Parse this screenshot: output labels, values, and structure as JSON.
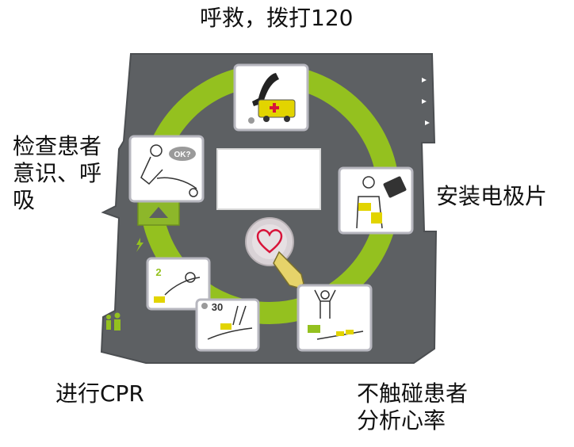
{
  "labels": {
    "top": "呼救，拨打120",
    "left": [
      "检查患者",
      "意识、呼",
      "吸"
    ],
    "right": "安装电极片",
    "bottom_left": "进行CPR",
    "bottom_right": [
      "不触碰患者",
      "分析心率"
    ]
  },
  "badges": {
    "ok": "OK?",
    "compressions": "30",
    "breaths": "2"
  },
  "icons": [
    "phone-ambulance-icon",
    "check-responsiveness-icon",
    "attach-pads-icon",
    "analyze-no-touch-icon",
    "cpr-icon",
    "heart-button-icon",
    "up-arrow-button-icon",
    "lightning-icon",
    "child-adult-icon"
  ],
  "colors": {
    "panel": "#5d6063",
    "ring": "#94c11f",
    "tile_border": "#b7b7bf",
    "pad_yellow": "#e2d400"
  }
}
